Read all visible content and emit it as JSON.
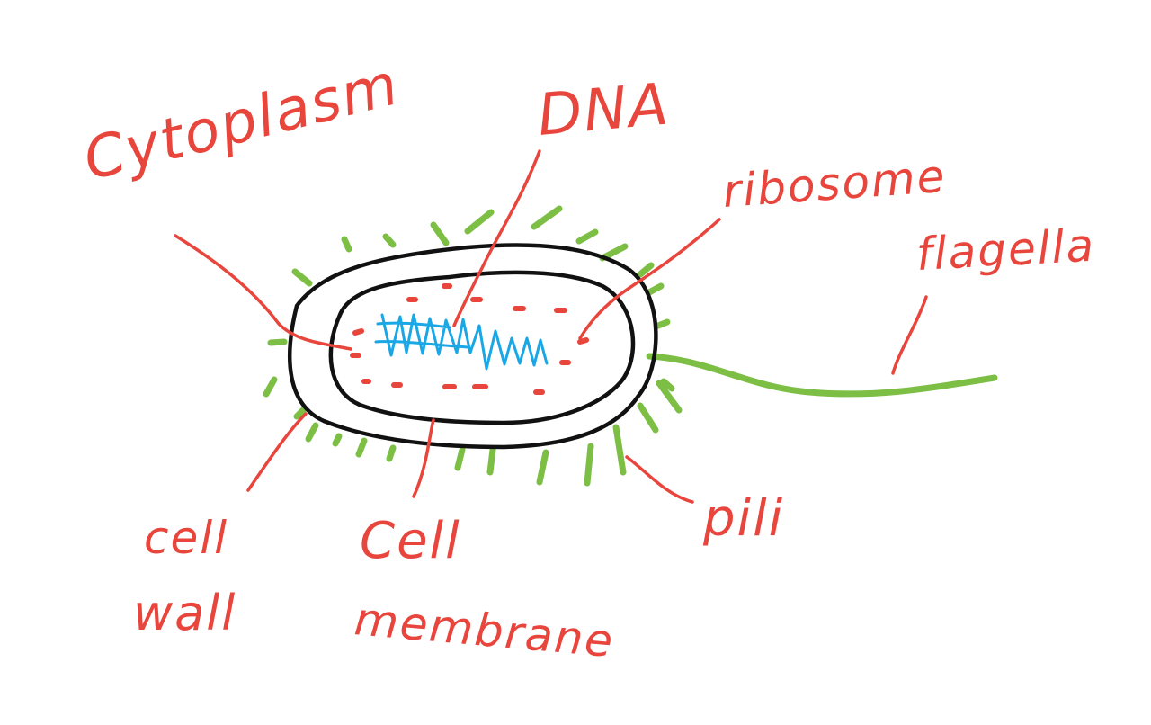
{
  "labels": {
    "cytoplasm": "Cytoplasm",
    "dna": "DNA",
    "ribosome": "ribosome",
    "flagella": "flagella",
    "cell_wall_line1": "cell",
    "cell_wall_line2": "wall",
    "cell_membrane_line1": "Cell",
    "cell_membrane_line2": "membrane",
    "pili": "pili"
  },
  "colors": {
    "label": "#e8453c",
    "outline": "#111111",
    "pili": "#7dbe45",
    "dna": "#1aa7e6",
    "ribosome": "#e8453c"
  }
}
